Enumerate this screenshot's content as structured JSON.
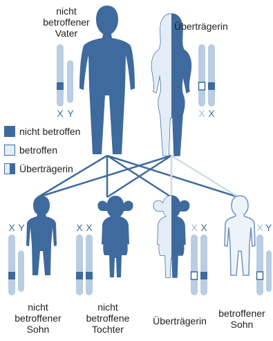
{
  "colors": {
    "unaffected": "#3e6a9d",
    "affected": "#e4edf7",
    "outline": "#3e6a9d",
    "line_unaffected": "#3e6a9d",
    "line_affected": "#cfdbe8"
  },
  "chrom_labels": {
    "x": "X",
    "y": "Y"
  },
  "parents": {
    "father": {
      "label": "nicht betroffener Vater",
      "status": "unaffected",
      "chromosomes": [
        "X",
        "Y"
      ]
    },
    "mother": {
      "label": "Überträgerin",
      "status": "carrier",
      "chromosomes": [
        "X",
        "X"
      ]
    }
  },
  "legend": [
    {
      "label": "nicht betroffen",
      "status": "unaffected"
    },
    {
      "label": "betroffen",
      "status": "affected"
    },
    {
      "label": "Überträgerin",
      "status": "carrier"
    }
  ],
  "children": [
    {
      "label": "nicht betroffener Sohn",
      "status": "unaffected",
      "chromosomes": [
        "X",
        "Y"
      ]
    },
    {
      "label": "nicht betroffene Tochter",
      "status": "unaffected",
      "chromosomes": [
        "X",
        "X"
      ]
    },
    {
      "label": "Überträgerin",
      "status": "carrier",
      "chromosomes": [
        "X",
        "X"
      ]
    },
    {
      "label": "betroffener Sohn",
      "status": "affected",
      "chromosomes": [
        "X",
        "Y"
      ]
    }
  ]
}
